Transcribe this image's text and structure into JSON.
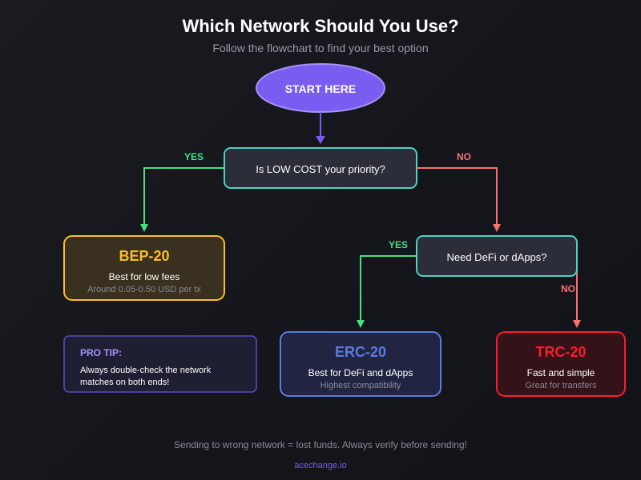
{
  "title": "Which Network Should You Use?",
  "subtitle": "Follow the flowchart to find your best option",
  "start": "START HERE",
  "q1": "Is LOW COST your priority?",
  "q2": "Need DeFi or dApps?",
  "yes": "YES",
  "no": "NO",
  "bep": {
    "name": "BEP-20",
    "line1": "Best for low fees",
    "line2": "Around 0.05-0.50 USD per tx"
  },
  "erc": {
    "name": "ERC-20",
    "line1": "Best for DeFi and dApps",
    "line2": "Highest compatibility"
  },
  "trc": {
    "name": "TRC-20",
    "line1": "Fast and simple",
    "line2": "Great for transfers"
  },
  "tip": {
    "label": "PRO TIP:",
    "line1": "Always double-check the network",
    "line2": "matches on both ends!"
  },
  "warning": "Sending to wrong network = lost funds. Always verify before sending!",
  "footer": "acechange.io",
  "colors": {
    "yes": "#4ade80",
    "no": "#f87171",
    "start": "#7b5cf0",
    "question": "#4fd1c5",
    "bep": "#fbbf24",
    "erc": "#5b7be0",
    "trc": "#ff1a2e"
  }
}
